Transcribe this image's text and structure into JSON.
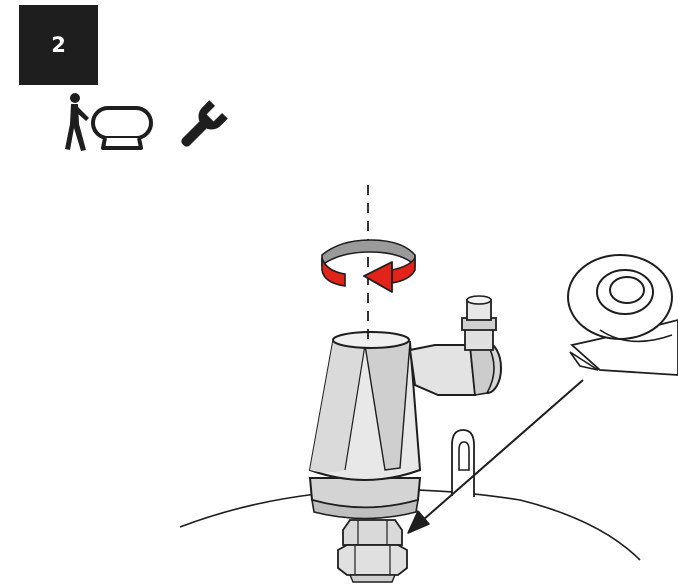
{
  "step": {
    "number": "2"
  },
  "pictograms": [
    {
      "icon": "person-walking-icon"
    },
    {
      "icon": "vessel-tank-icon"
    },
    {
      "icon": "wrench-icon"
    }
  ],
  "illustration": {
    "parts": [
      "rotation-arrow",
      "axis-line",
      "air-vent-valve",
      "threaded-nipple",
      "vessel-top",
      "mounting-lug",
      "ptfe-tape-roll",
      "pointer-arrow"
    ],
    "colors": {
      "line": "#1e1e1e",
      "metal_light": "#e6e6e6",
      "metal_mid": "#cfcfcf",
      "metal_dark": "#b3b3b3",
      "arrow_red": "#e2231a",
      "arrow_red_dark": "#a81711",
      "band_grey": "#9a9a9a"
    }
  }
}
